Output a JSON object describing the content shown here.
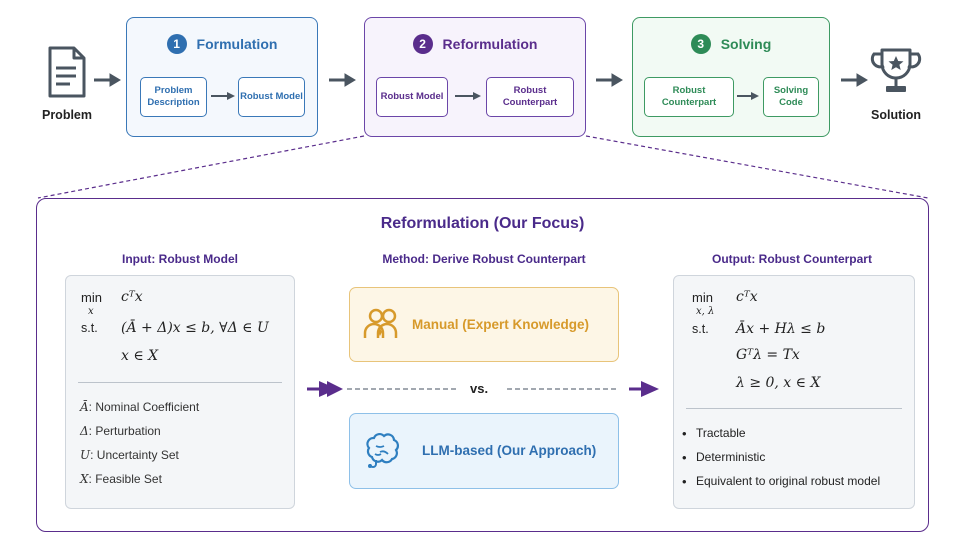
{
  "problem_label": "Problem",
  "solution_label": "Solution",
  "stages": [
    {
      "num": "1",
      "title": "Formulation",
      "box_a": "Problem Description",
      "box_b": "Robust Model",
      "color": "#2f6fb0"
    },
    {
      "num": "2",
      "title": "Reformulation",
      "box_a": "Robust Model",
      "box_b": "Robust Counterpart",
      "color": "#5a2d8c"
    },
    {
      "num": "3",
      "title": "Solving",
      "box_a": "Robust Counterpart",
      "box_b": "Solving Code",
      "color": "#2e8b57"
    }
  ],
  "focus": {
    "title": "Reformulation (Our Focus)",
    "input_title": "Input: Robust Model",
    "method_title": "Method: Derive Robust Counterpart",
    "output_title": "Output: Robust Counterpart",
    "manual_label": "Manual (Expert Knowledge)",
    "llm_label": "LLM-based (Our Approach)",
    "vs_label": "vs."
  },
  "input_model": {
    "min_kw": "min",
    "min_sub": "x",
    "objective": "cᵀx",
    "st_kw": "s.t.",
    "constraint": "(Ā + Δ)x ≤ b, ∀Δ ∈ U",
    "domain": "x ∈ X",
    "legend": [
      {
        "sym": "Ā",
        "text": ": Nominal Coefficient"
      },
      {
        "sym": "Δ",
        "text": ": Perturbation"
      },
      {
        "sym": "U",
        "text": ": Uncertainty Set"
      },
      {
        "sym": "X",
        "text": ": Feasible Set"
      }
    ]
  },
  "output_model": {
    "min_kw": "min",
    "min_sub": "x, λ",
    "objective": "cᵀx",
    "st_kw": "s.t.",
    "c1": "Āx + Hλ ≤ b",
    "c2": "Gᵀλ = Tx",
    "c3": "λ ≥ 0, x ∈ X",
    "properties": [
      "Tractable",
      "Deterministic",
      "Equivalent to original robust model"
    ]
  },
  "icons": [
    "document-icon",
    "trophy-icon",
    "people-icon",
    "brain-icon"
  ],
  "colors": {
    "formulation": "#2f6fb0",
    "reformulation": "#5a2d8c",
    "solving": "#2e8b57",
    "manual": "#d79a2b",
    "llm": "#2f7fc0",
    "arrow": "#4a5560"
  }
}
